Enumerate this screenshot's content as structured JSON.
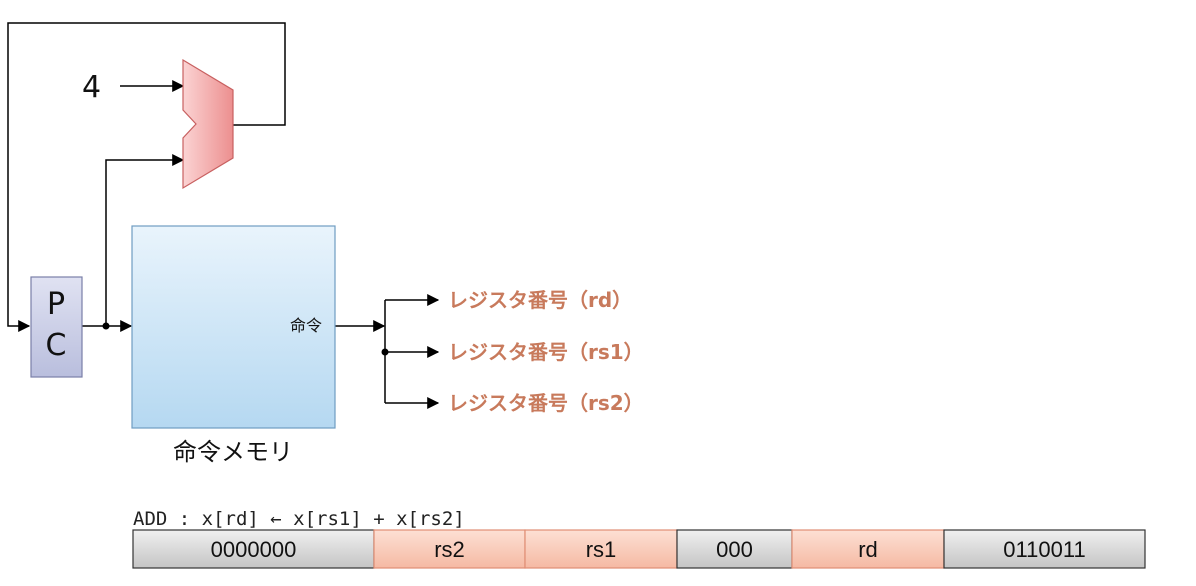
{
  "adder_input_constant": "4",
  "pc_label_line1": "P",
  "pc_label_line2": "C",
  "memory_output_label": "命令",
  "memory_title": "命令メモリ",
  "register_outputs": [
    "レジスタ番号（rd）",
    "レジスタ番号（rs1）",
    "レジスタ番号（rs2）"
  ],
  "instruction_assembly": "ADD : x[rd] ← x[rs1] + x[rs2]",
  "instruction_fields": [
    {
      "label": "0000000",
      "kind": "fixed"
    },
    {
      "label": "rs2",
      "kind": "register"
    },
    {
      "label": "rs1",
      "kind": "register"
    },
    {
      "label": "000",
      "kind": "fixed"
    },
    {
      "label": "rd",
      "kind": "register"
    },
    {
      "label": "0110011",
      "kind": "fixed"
    }
  ],
  "colors": {
    "adder_fill": "#f4a3a3",
    "memory_fill": "#cde5f7",
    "pc_fill": "#c9cde6",
    "register_label": "#c87a5c",
    "fixed_field_fill": "#d9d9d9",
    "register_field_fill": "#f9cdbd"
  }
}
